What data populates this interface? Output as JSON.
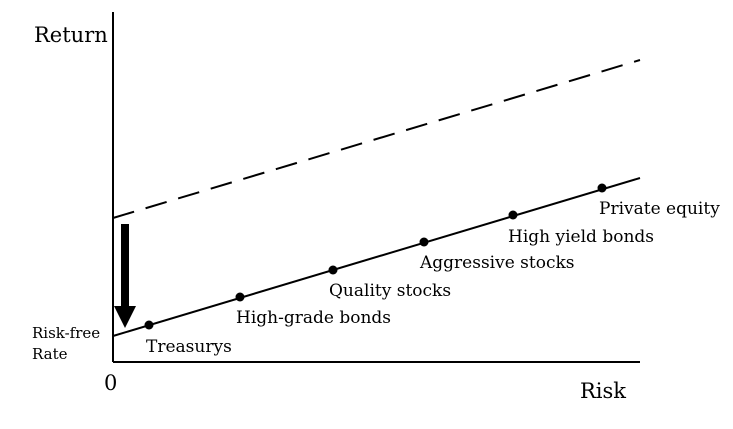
{
  "diagram": {
    "y_axis_label": "Return",
    "x_axis_label": "Risk",
    "origin_label": "0",
    "risk_free_label_line1": "Risk-free",
    "risk_free_label_line2": "Rate",
    "points": [
      {
        "label": "Treasurys"
      },
      {
        "label": "High-grade bonds"
      },
      {
        "label": "Quality stocks"
      },
      {
        "label": "Aggressive stocks"
      },
      {
        "label": "High yield bonds"
      },
      {
        "label": "Private equity"
      }
    ],
    "colors": {
      "line": "#000000",
      "background": "#ffffff"
    }
  }
}
